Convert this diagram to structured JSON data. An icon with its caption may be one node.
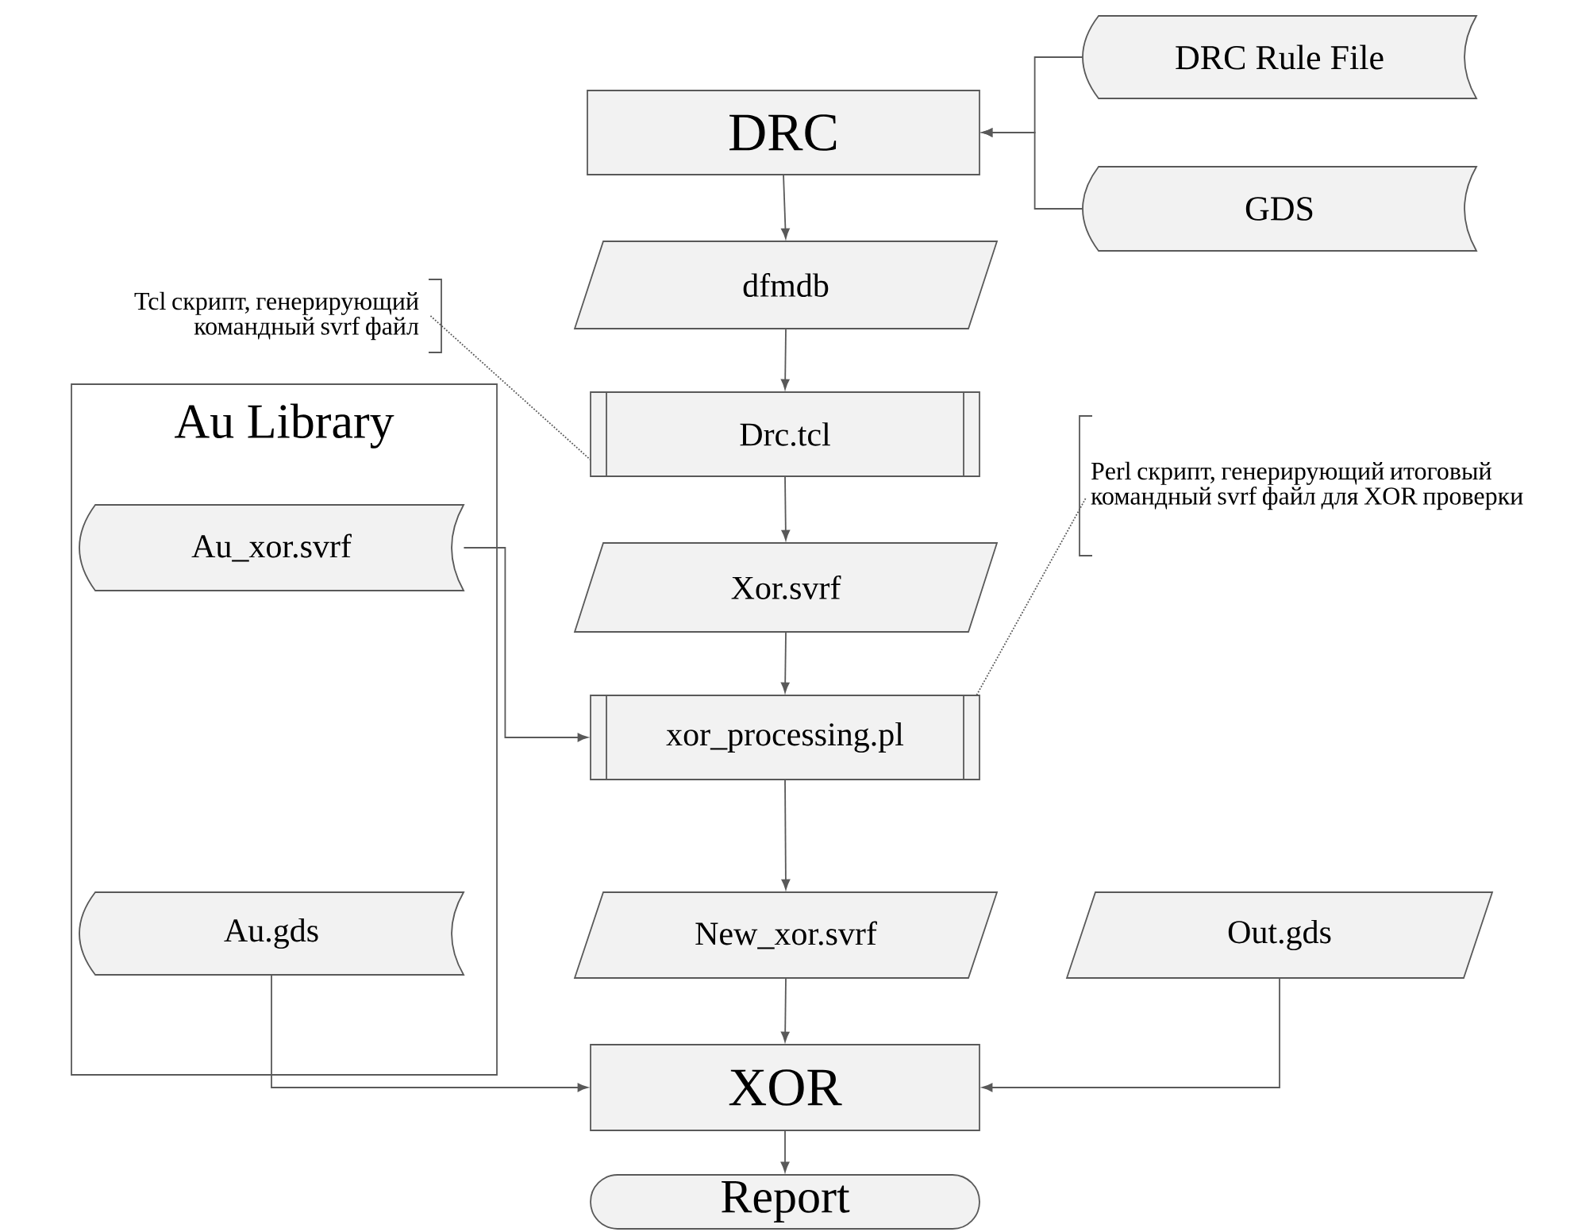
{
  "diagram": {
    "nodes": [
      {
        "text": [
          "DRC Rule File"
        ]
      },
      {
        "text": [
          "DRC"
        ]
      },
      {
        "text": [
          "GDS"
        ]
      },
      {
        "text": [
          "dfmdb"
        ]
      },
      {
        "text": [
          "Tcl скрипт, генерирующий командный svrf файл"
        ]
      },
      {
        "text": [
          "Drc.tcl"
        ]
      },
      {
        "text": [
          "Au Library"
        ]
      },
      {
        "text": [
          "Au_xor.svrf"
        ],
        "in": 6
      },
      {
        "text": [
          "Xor.svrf"
        ]
      },
      {
        "text": [
          "Perl скрипт, генерирующий итоговый командный svrf файл для XOR проверки"
        ]
      },
      {
        "text": [
          "xor_processing.pl"
        ]
      },
      {
        "text": [
          "Au.gds"
        ],
        "in": 6
      },
      {
        "text": [
          "New_xor.svrf"
        ]
      },
      {
        "text": [
          "Out.gds"
        ]
      },
      {
        "text": [
          "XOR"
        ]
      },
      {
        "text": [
          "Report"
        ]
      }
    ],
    "edges": [
      {
        "from": 0,
        "to": 1,
        "arrow": "to"
      },
      {
        "from": 2,
        "to": 1,
        "arrow": "to"
      },
      {
        "from": 1,
        "to": 3,
        "arrow": "to"
      },
      {
        "from": 3,
        "to": 5,
        "arrow": "to"
      },
      {
        "from": 4,
        "to": 5,
        "arrow": "none",
        "style": "dashed"
      },
      {
        "from": 5,
        "to": 8,
        "arrow": "to"
      },
      {
        "from": 8,
        "to": 10,
        "arrow": "to"
      },
      {
        "from": 7,
        "to": 10,
        "arrow": "to"
      },
      {
        "from": 9,
        "to": 10,
        "arrow": "none",
        "style": "dashed"
      },
      {
        "from": 10,
        "to": 12,
        "arrow": "to"
      },
      {
        "from": 12,
        "to": 14,
        "arrow": "to"
      },
      {
        "from": 11,
        "to": 14,
        "arrow": "to"
      },
      {
        "from": 13,
        "to": 14,
        "arrow": "to"
      },
      {
        "from": 14,
        "to": 15,
        "arrow": "to"
      }
    ]
  }
}
